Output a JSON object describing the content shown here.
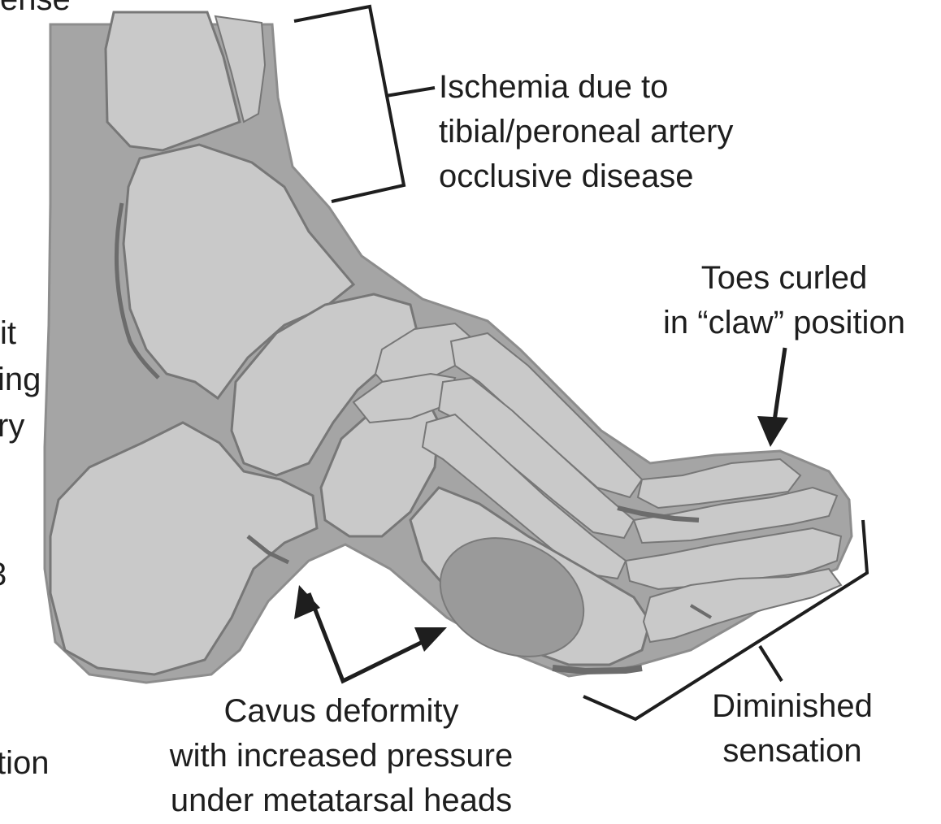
{
  "labels": {
    "ischemia": [
      "Ischemia due to",
      "tibial/peroneal artery",
      "occlusive disease"
    ],
    "toes": [
      "Toes curled",
      "in “claw” position"
    ],
    "cavus": [
      "Cavus deformity",
      "with increased pressure",
      "under metatarsal heads"
    ],
    "sensation": [
      "Diminished",
      "sensation"
    ],
    "cut_top": [
      "ense"
    ],
    "cut_left": [
      "it",
      "ing",
      "ry",
      "3",
      "tion"
    ]
  },
  "colors": {
    "soft_tissue": "#a5a5a5",
    "bone": "#c9c9c9",
    "outline": "#777777",
    "dark_mark": "#6c6c6c",
    "ink": "#1e1e1e"
  }
}
